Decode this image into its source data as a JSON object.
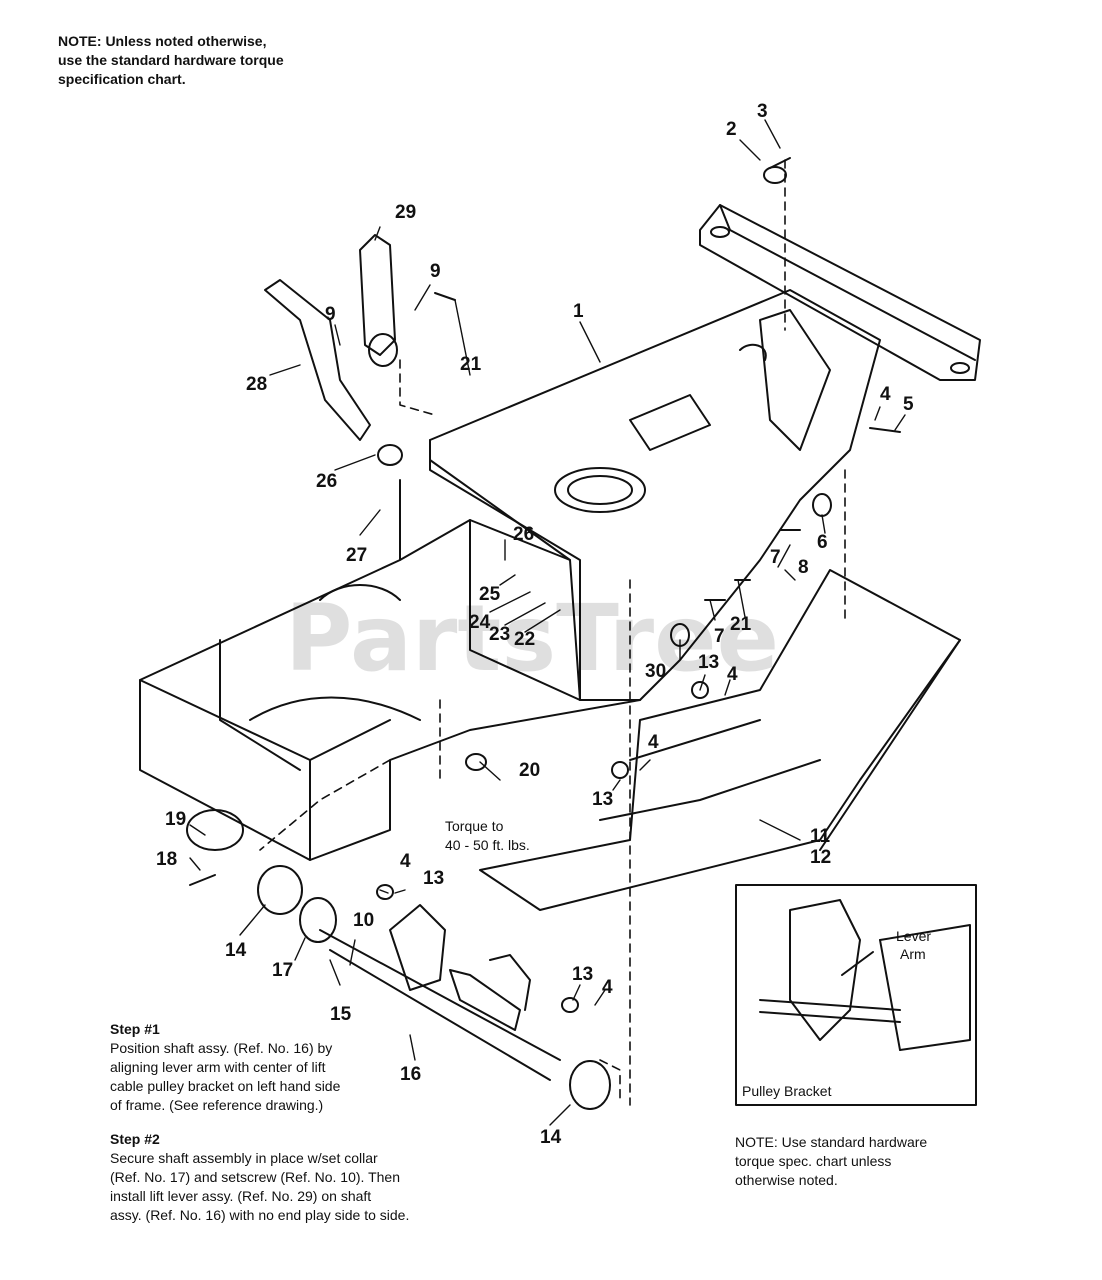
{
  "notes": {
    "top": [
      "NOTE: Unless noted otherwise,",
      "use the standard hardware torque",
      "specification chart."
    ],
    "step1_title": "Step #1",
    "step1": [
      "Position shaft assy. (Ref. No. 16) by",
      "aligning lever arm with center of lift",
      "cable pulley bracket on left hand side",
      "of frame. (See reference drawing.)"
    ],
    "step2_title": "Step #2",
    "step2": [
      "Secure shaft assembly in place w/set collar",
      "(Ref. No. 17) and setscrew (Ref. No. 10). Then",
      "install lift lever assy. (Ref. No. 29) on shaft",
      "assy. (Ref. No. 16) with no end play side to side."
    ],
    "bottom": [
      "NOTE: Use standard hardware",
      "torque spec. chart unless",
      "otherwise noted."
    ]
  },
  "torque_note": [
    "Torque to",
    "40 - 50 ft. lbs."
  ],
  "inset": {
    "lever_arm": [
      "Lever",
      "Arm"
    ],
    "pulley_bracket": "Pulley Bracket"
  },
  "watermark": "PartsTree",
  "callouts": {
    "c1": "1",
    "c2": "2",
    "c3": "3",
    "c4a": "4",
    "c4b": "4",
    "c4c": "4",
    "c4d": "4",
    "c4e": "4",
    "c5": "5",
    "c6": "6",
    "c7a": "7",
    "c7b": "7",
    "c8": "8",
    "c9a": "9",
    "c9b": "9",
    "c10": "10",
    "c11": "11",
    "c12": "12",
    "c13a": "13",
    "c13b": "13",
    "c13c": "13",
    "c13d": "13",
    "c14a": "14",
    "c14b": "14",
    "c15": "15",
    "c16": "16",
    "c17": "17",
    "c18": "18",
    "c19": "19",
    "c20": "20",
    "c21a": "21",
    "c21b": "21",
    "c22": "22",
    "c23": "23",
    "c24": "24",
    "c25": "25",
    "c26a": "26",
    "c26b": "26",
    "c27": "27",
    "c28": "28",
    "c29": "29",
    "c30": "30"
  }
}
